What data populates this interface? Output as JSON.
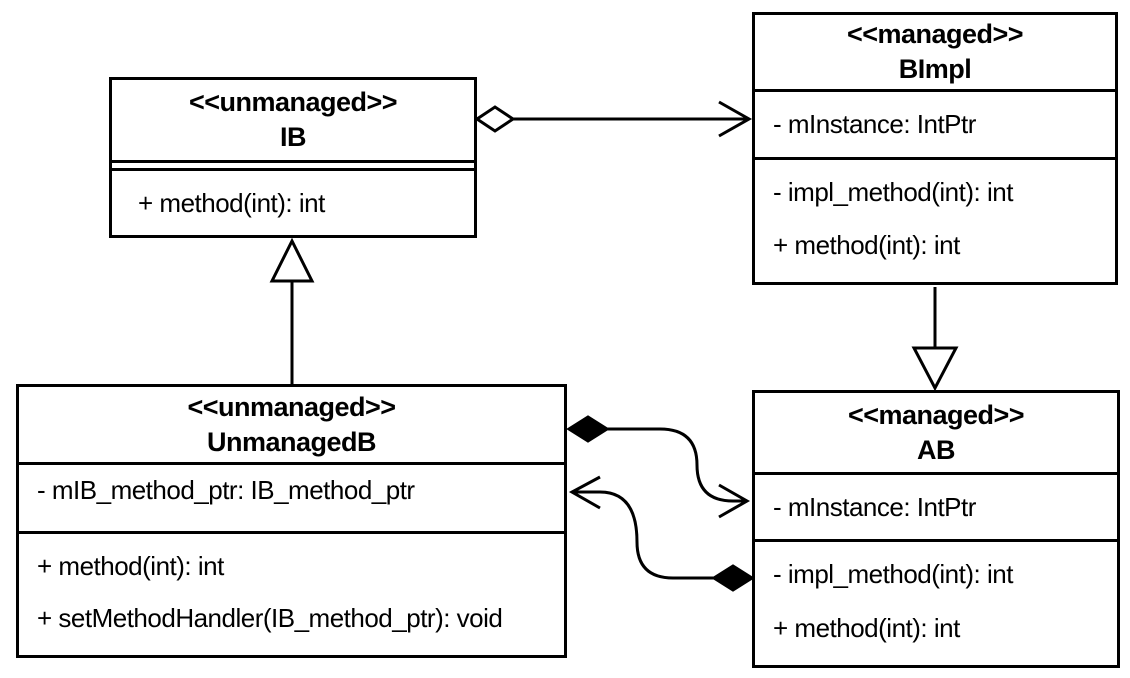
{
  "diagram": {
    "type": "uml-class-diagram",
    "colors": {
      "line": "#000000",
      "background": "#ffffff",
      "text": "#000000"
    },
    "classes": [
      {
        "id": "IB",
        "stereotype": "<<unmanaged>>",
        "name": "IB",
        "attributes": [],
        "methods": [
          "+ method(int): int"
        ]
      },
      {
        "id": "BImpl",
        "stereotype": "<<managed>>",
        "name": "BImpl",
        "attributes": [
          "- mInstance: IntPtr"
        ],
        "methods": [
          "- impl_method(int): int",
          "+ method(int): int"
        ]
      },
      {
        "id": "UnmanagedB",
        "stereotype": "<<unmanaged>>",
        "name": "UnmanagedB",
        "attributes": [
          "- mIB_method_ptr: IB_method_ptr"
        ],
        "methods": [
          "+ method(int): int",
          "+ setMethodHandler(IB_method_ptr): void"
        ]
      },
      {
        "id": "AB",
        "stereotype": "<<managed>>",
        "name": "AB",
        "attributes": [
          "- mInstance: IntPtr"
        ],
        "methods": [
          "- impl_method(int): int",
          "+ method(int): int"
        ]
      }
    ],
    "relationships": [
      {
        "type": "aggregation",
        "diamond_at": "IB",
        "arrow_at": "BImpl"
      },
      {
        "type": "generalization",
        "child": "UnmanagedB",
        "parent": "IB"
      },
      {
        "type": "generalization",
        "child": "BImpl",
        "parent": "AB"
      },
      {
        "type": "composition",
        "diamond_at": "UnmanagedB",
        "arrow_at": "AB"
      },
      {
        "type": "composition",
        "diamond_at": "AB",
        "arrow_at": "UnmanagedB"
      }
    ]
  }
}
